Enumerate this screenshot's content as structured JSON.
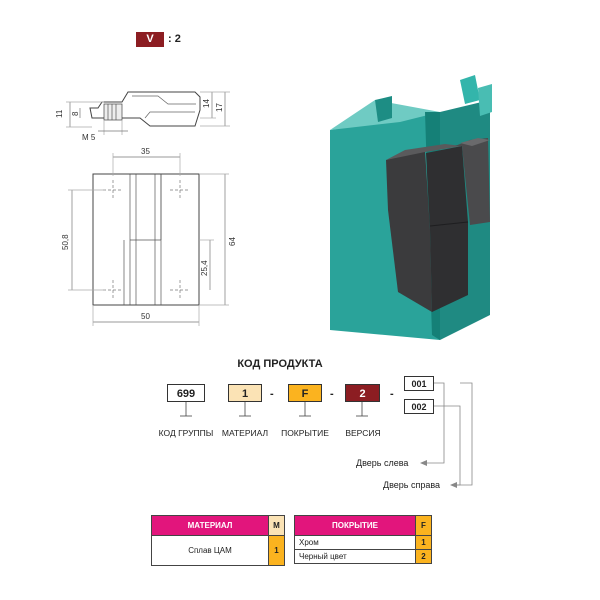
{
  "version_badge": {
    "letter": "V",
    "value": ": 2"
  },
  "drawing": {
    "dims": {
      "d11": "11",
      "d8": "8",
      "d14": "14",
      "d17": "17",
      "m5": "M 5",
      "d35": "35",
      "d50_8": "50,8",
      "d64": "64",
      "d25_4": "25,4",
      "d50": "50"
    }
  },
  "product_code": {
    "title": "КОД ПРОДУКТА",
    "group": {
      "value": "699",
      "label": "КОД ГРУППЫ"
    },
    "material": {
      "value": "1",
      "label": "МАТЕРИАЛ"
    },
    "coating": {
      "value": "F",
      "label": "ПОКРЫТИЕ"
    },
    "version": {
      "value": "2",
      "label": "ВЕРСИЯ"
    },
    "separator": "-",
    "variants": [
      {
        "code": "001",
        "label": "Дверь слева"
      },
      {
        "code": "002",
        "label": "Дверь справа"
      }
    ]
  },
  "colors": {
    "material_box": "#fbe3b5",
    "coating_box": "#fbb31f",
    "version_box": "#8c1d22",
    "header_magenta": "#e2157c",
    "panel_teal": "#2aa39a",
    "hinge_dark": "#3b3b3d"
  },
  "material_table": {
    "header": "МАТЕРИАЛ",
    "code_header": "M",
    "rows": [
      {
        "name": "Сплав ЦАМ",
        "code": "1"
      }
    ]
  },
  "coating_table": {
    "header": "ПОКРЫТИЕ",
    "code_header": "F",
    "rows": [
      {
        "name": "Хром",
        "code": "1"
      },
      {
        "name": "Черный цвет",
        "code": "2"
      }
    ]
  }
}
